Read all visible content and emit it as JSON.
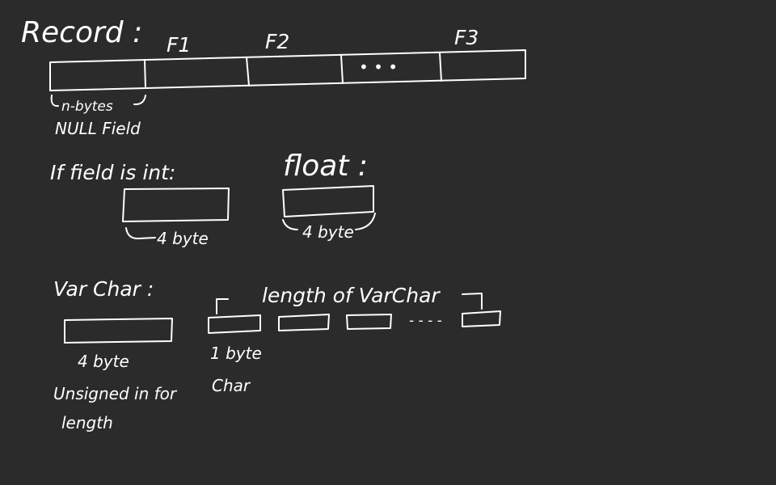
{
  "record": {
    "title": "Record :",
    "field_labels": [
      "F1",
      "F2",
      "F3"
    ],
    "ellipsis": "• • •",
    "null_bytes_label": "n-bytes",
    "null_field_label": "NULL Field"
  },
  "int_section": {
    "heading": "If field is int:",
    "size_label": "4 byte"
  },
  "float_section": {
    "heading": "float :",
    "size_label": "4 byte"
  },
  "varchar_section": {
    "heading": "Var Char :",
    "length_size_label": "4 byte",
    "length_desc_line1": "Unsigned in for",
    "length_desc_line2": "length",
    "chars_label": "length of VarChar",
    "char_size_label": "1 byte",
    "char_type_label": "Char",
    "dashes": "- - - -"
  }
}
